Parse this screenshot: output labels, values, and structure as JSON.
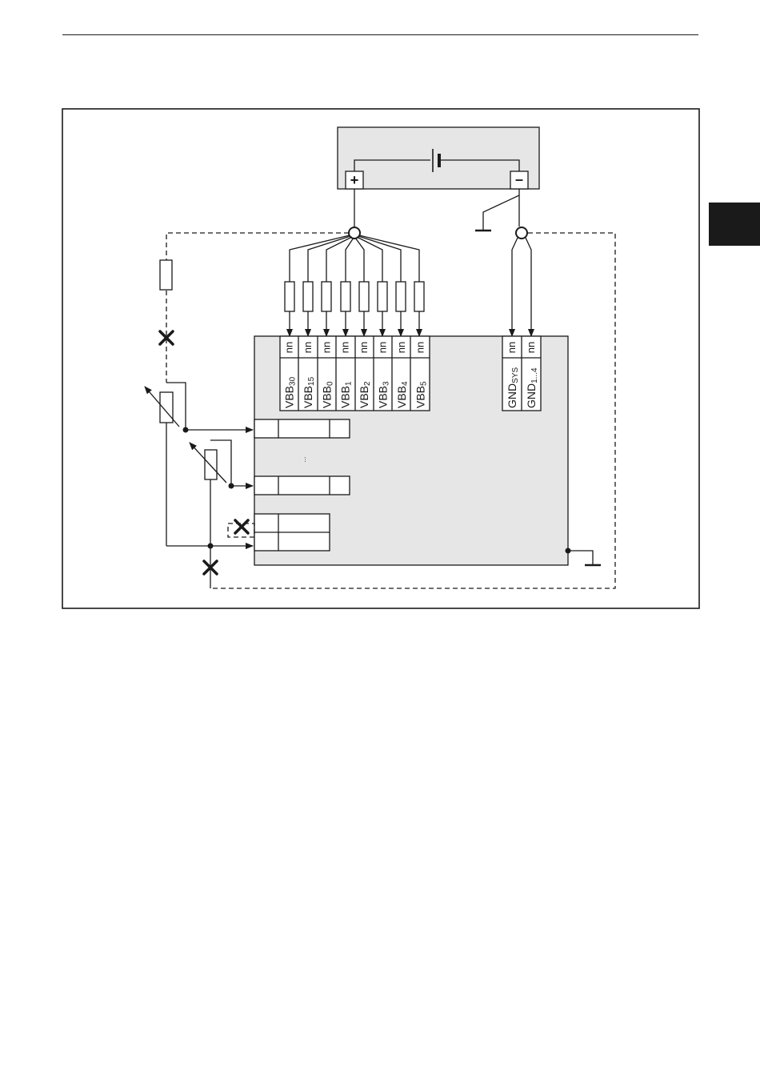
{
  "colors": {
    "line": "#1a1a1a",
    "box_fill": "#e6e6e6",
    "tab": "#1a1a1a"
  },
  "battery": {
    "plus": "+",
    "minus": "–"
  },
  "supply_terminals": [
    {
      "pin": "nn",
      "base": "VBB",
      "sub": "30"
    },
    {
      "pin": "nn",
      "base": "VBB",
      "sub": "15"
    },
    {
      "pin": "nn",
      "base": "VBB",
      "sub": "0"
    },
    {
      "pin": "nn",
      "base": "VBB",
      "sub": "1"
    },
    {
      "pin": "nn",
      "base": "VBB",
      "sub": "2"
    },
    {
      "pin": "nn",
      "base": "VBB",
      "sub": "3"
    },
    {
      "pin": "nn",
      "base": "VBB",
      "sub": "4"
    },
    {
      "pin": "nn",
      "base": "VBB",
      "sub": "5"
    }
  ],
  "ground_terminals": [
    {
      "pin": "nn",
      "base": "GND",
      "sub": "SYS"
    },
    {
      "pin": "nn",
      "base": "GND",
      "sub": "1...4"
    }
  ],
  "ellipsis": "..."
}
